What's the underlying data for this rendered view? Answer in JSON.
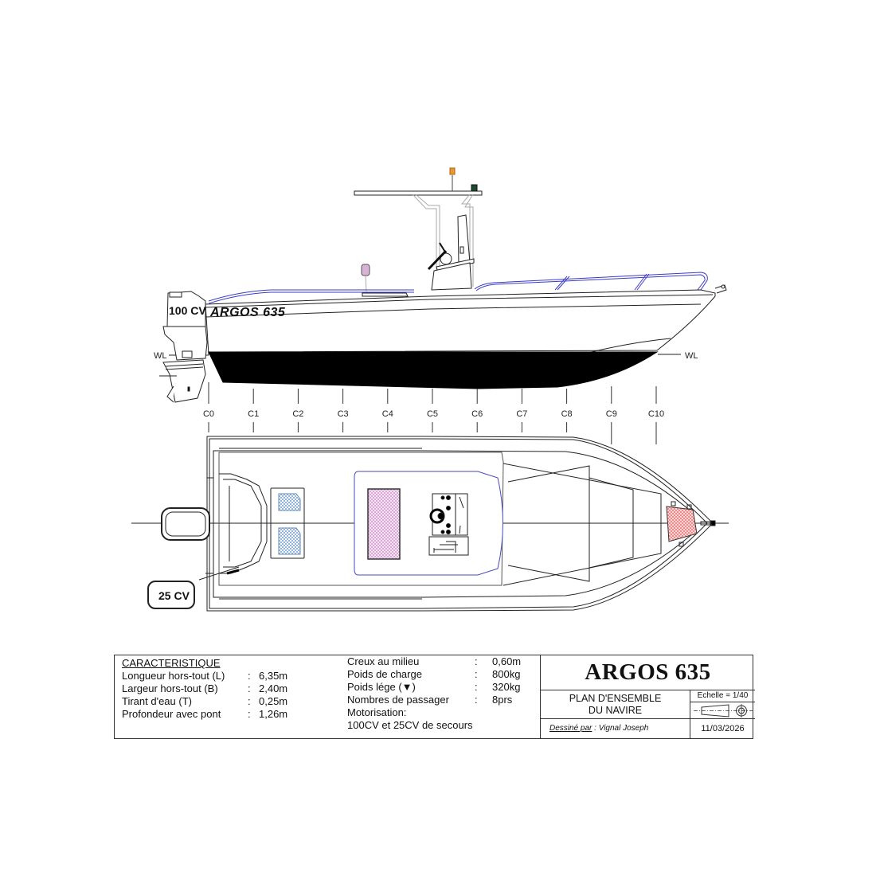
{
  "drawing": {
    "type": "boat general arrangement plan",
    "side_view": {
      "hull_name": "ARGOS 635",
      "main_engine_label": "100 CV",
      "waterline_left_label": "WL",
      "waterline_right_label": "WL",
      "colors": {
        "antifouling": "#000000",
        "rails": "#3a3ac8",
        "nav_light_amber": "#e89a2a",
        "nav_light_green": "#1d4a34",
        "seat_cushion": "#d9b3d6"
      }
    },
    "stations": [
      "C0",
      "C1",
      "C2",
      "C3",
      "C4",
      "C5",
      "C6",
      "C7",
      "C8",
      "C9",
      "C10"
    ],
    "plan_view": {
      "aux_engine_label": "25 CV",
      "colors": {
        "aft_hatches": "#a9c8ea",
        "console_seat": "#e3bde0",
        "bow_hatch": "#f0a0a0",
        "console_outline": "#4a4ab8"
      }
    }
  },
  "title_block": {
    "specs_left": {
      "heading": "CARACTERISTIQUE",
      "rows": [
        {
          "label": "Longueur hors-tout (L)",
          "sep": ":",
          "value": "6,35m"
        },
        {
          "label": "Largeur hors-tout (B)",
          "sep": ":",
          "value": "2,40m"
        },
        {
          "label": "Tirant d'eau  (T)",
          "sep": ":",
          "value": "0,25m"
        },
        {
          "label": "Profondeur  avec pont",
          "sep": ":",
          "value": "1,26m"
        }
      ]
    },
    "specs_right": {
      "rows": [
        {
          "label": "Creux au milieu",
          "sep": ":",
          "value": "0,60m"
        },
        {
          "label": "Poids de charge",
          "sep": ":",
          "value": "800kg"
        },
        {
          "label": "Poids lége  (▼)",
          "sep": ":",
          "value": " 320kg"
        },
        {
          "label": "Nombres de passager",
          "sep": ":",
          "value": "8prs"
        }
      ],
      "motor_label": "Motorisation:",
      "motor_value": "100CV et 25CV de secours"
    },
    "main_title": "ARGOS 635",
    "plan_title_line1": "PLAN D'ENSEMBLE",
    "plan_title_line2": "DU NAVIRE",
    "scale": "Echelle = 1/40",
    "drawn_by_label": "Dessiné par",
    "drawn_by_sep": " : ",
    "drawn_by_name": "Vignal Joseph",
    "date": "11/03/2026"
  }
}
